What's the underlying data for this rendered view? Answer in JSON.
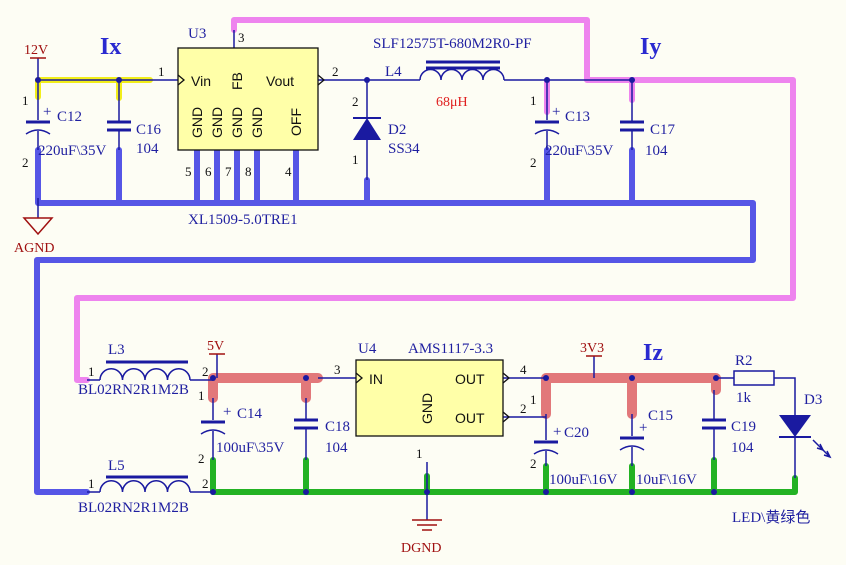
{
  "labels": {
    "ix": "Ix",
    "iy": "Iy",
    "iz": "Iz",
    "net_12v": "12V",
    "net_5v": "5V",
    "net_3v3": "3V3",
    "agnd": "AGND",
    "dgnd": "DGND",
    "u3_ref": "U3",
    "u3_part": "XL1509-5.0TRE1",
    "u3_vin": "Vin",
    "u3_vout": "Vout",
    "u3_fb": "FB",
    "u3_gnd": "GND",
    "u3_off": "OFF",
    "l4_ref": "L4",
    "l4_part": "SLF12575T-680M2R0-PF",
    "l4_val": "68μH",
    "d2_ref": "D2",
    "d2_part": "SS34",
    "c12_ref": "C12",
    "c12_val": "220uF\\35V",
    "c16_ref": "C16",
    "c16_val": "104",
    "c13_ref": "C13",
    "c13_val": "220uF\\35V",
    "c17_ref": "C17",
    "c17_val": "104",
    "l3_ref": "L3",
    "l3_part": "BL02RN2R1M2B",
    "l5_ref": "L5",
    "l5_part": "BL02RN2R1M2B",
    "c14_ref": "C14",
    "c14_val": "100uF\\35V",
    "c18_ref": "C18",
    "c18_val": "104",
    "u4_ref": "U4",
    "u4_part": "AMS1117-3.3",
    "u4_in": "IN",
    "u4_out": "OUT",
    "u4_gnd": "GND",
    "c20_ref": "C20",
    "c20_val": "100uF\\16V",
    "c15_ref": "C15",
    "c15_val": "10uF\\16V",
    "c19_ref": "C19",
    "c19_val": "104",
    "r2_ref": "R2",
    "r2_val": "1k",
    "d3_ref": "D3",
    "d3_part": "LED\\黄绿色"
  },
  "pins": {
    "p1": "1",
    "p2": "2",
    "p3": "3",
    "p4": "4",
    "p5": "5",
    "p6": "6",
    "p7": "7",
    "p8": "8"
  },
  "colors": {
    "highlight_yellow": "#f2ee1a",
    "highlight_magenta": "#ee84ee",
    "highlight_blue": "#5656e6",
    "highlight_red": "#e2787a",
    "highlight_green": "#23b223",
    "ic_fill": "#ffffa8",
    "wire": "#1a1aa0",
    "background": "#fdfdf4"
  }
}
